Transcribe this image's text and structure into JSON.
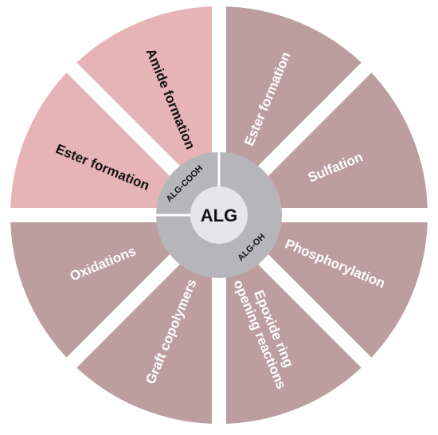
{
  "center": {
    "label": "ALG"
  },
  "ring": [
    {
      "label": "ALG-COOH",
      "color": "#b6b6ba"
    },
    {
      "label": "ALG-OH",
      "color": "#b6b6ba"
    }
  ],
  "colors": {
    "cooh_segment": "#e6b4b6",
    "oh_segment": "#bd9e9f",
    "ring": "#b6b6ba",
    "center": "#e6e6ea",
    "separator": "#ffffff"
  },
  "segments": [
    {
      "label": "Ester formation",
      "group": "ALG-OH"
    },
    {
      "label": "Sulfation",
      "group": "ALG-OH"
    },
    {
      "label": "Phosphorylation",
      "group": "ALG-OH"
    },
    {
      "label": "Epoxide ring opening reactions",
      "lines": [
        "Epoxide ring",
        "opening reactions"
      ],
      "group": "ALG-OH"
    },
    {
      "label": "Graft copolymers",
      "group": "ALG-OH"
    },
    {
      "label": "Oxidations",
      "group": "ALG-OH"
    },
    {
      "label": "Ester formation",
      "group": "ALG-COOH"
    },
    {
      "label": "Amide formation",
      "group": "ALG-COOH"
    }
  ]
}
